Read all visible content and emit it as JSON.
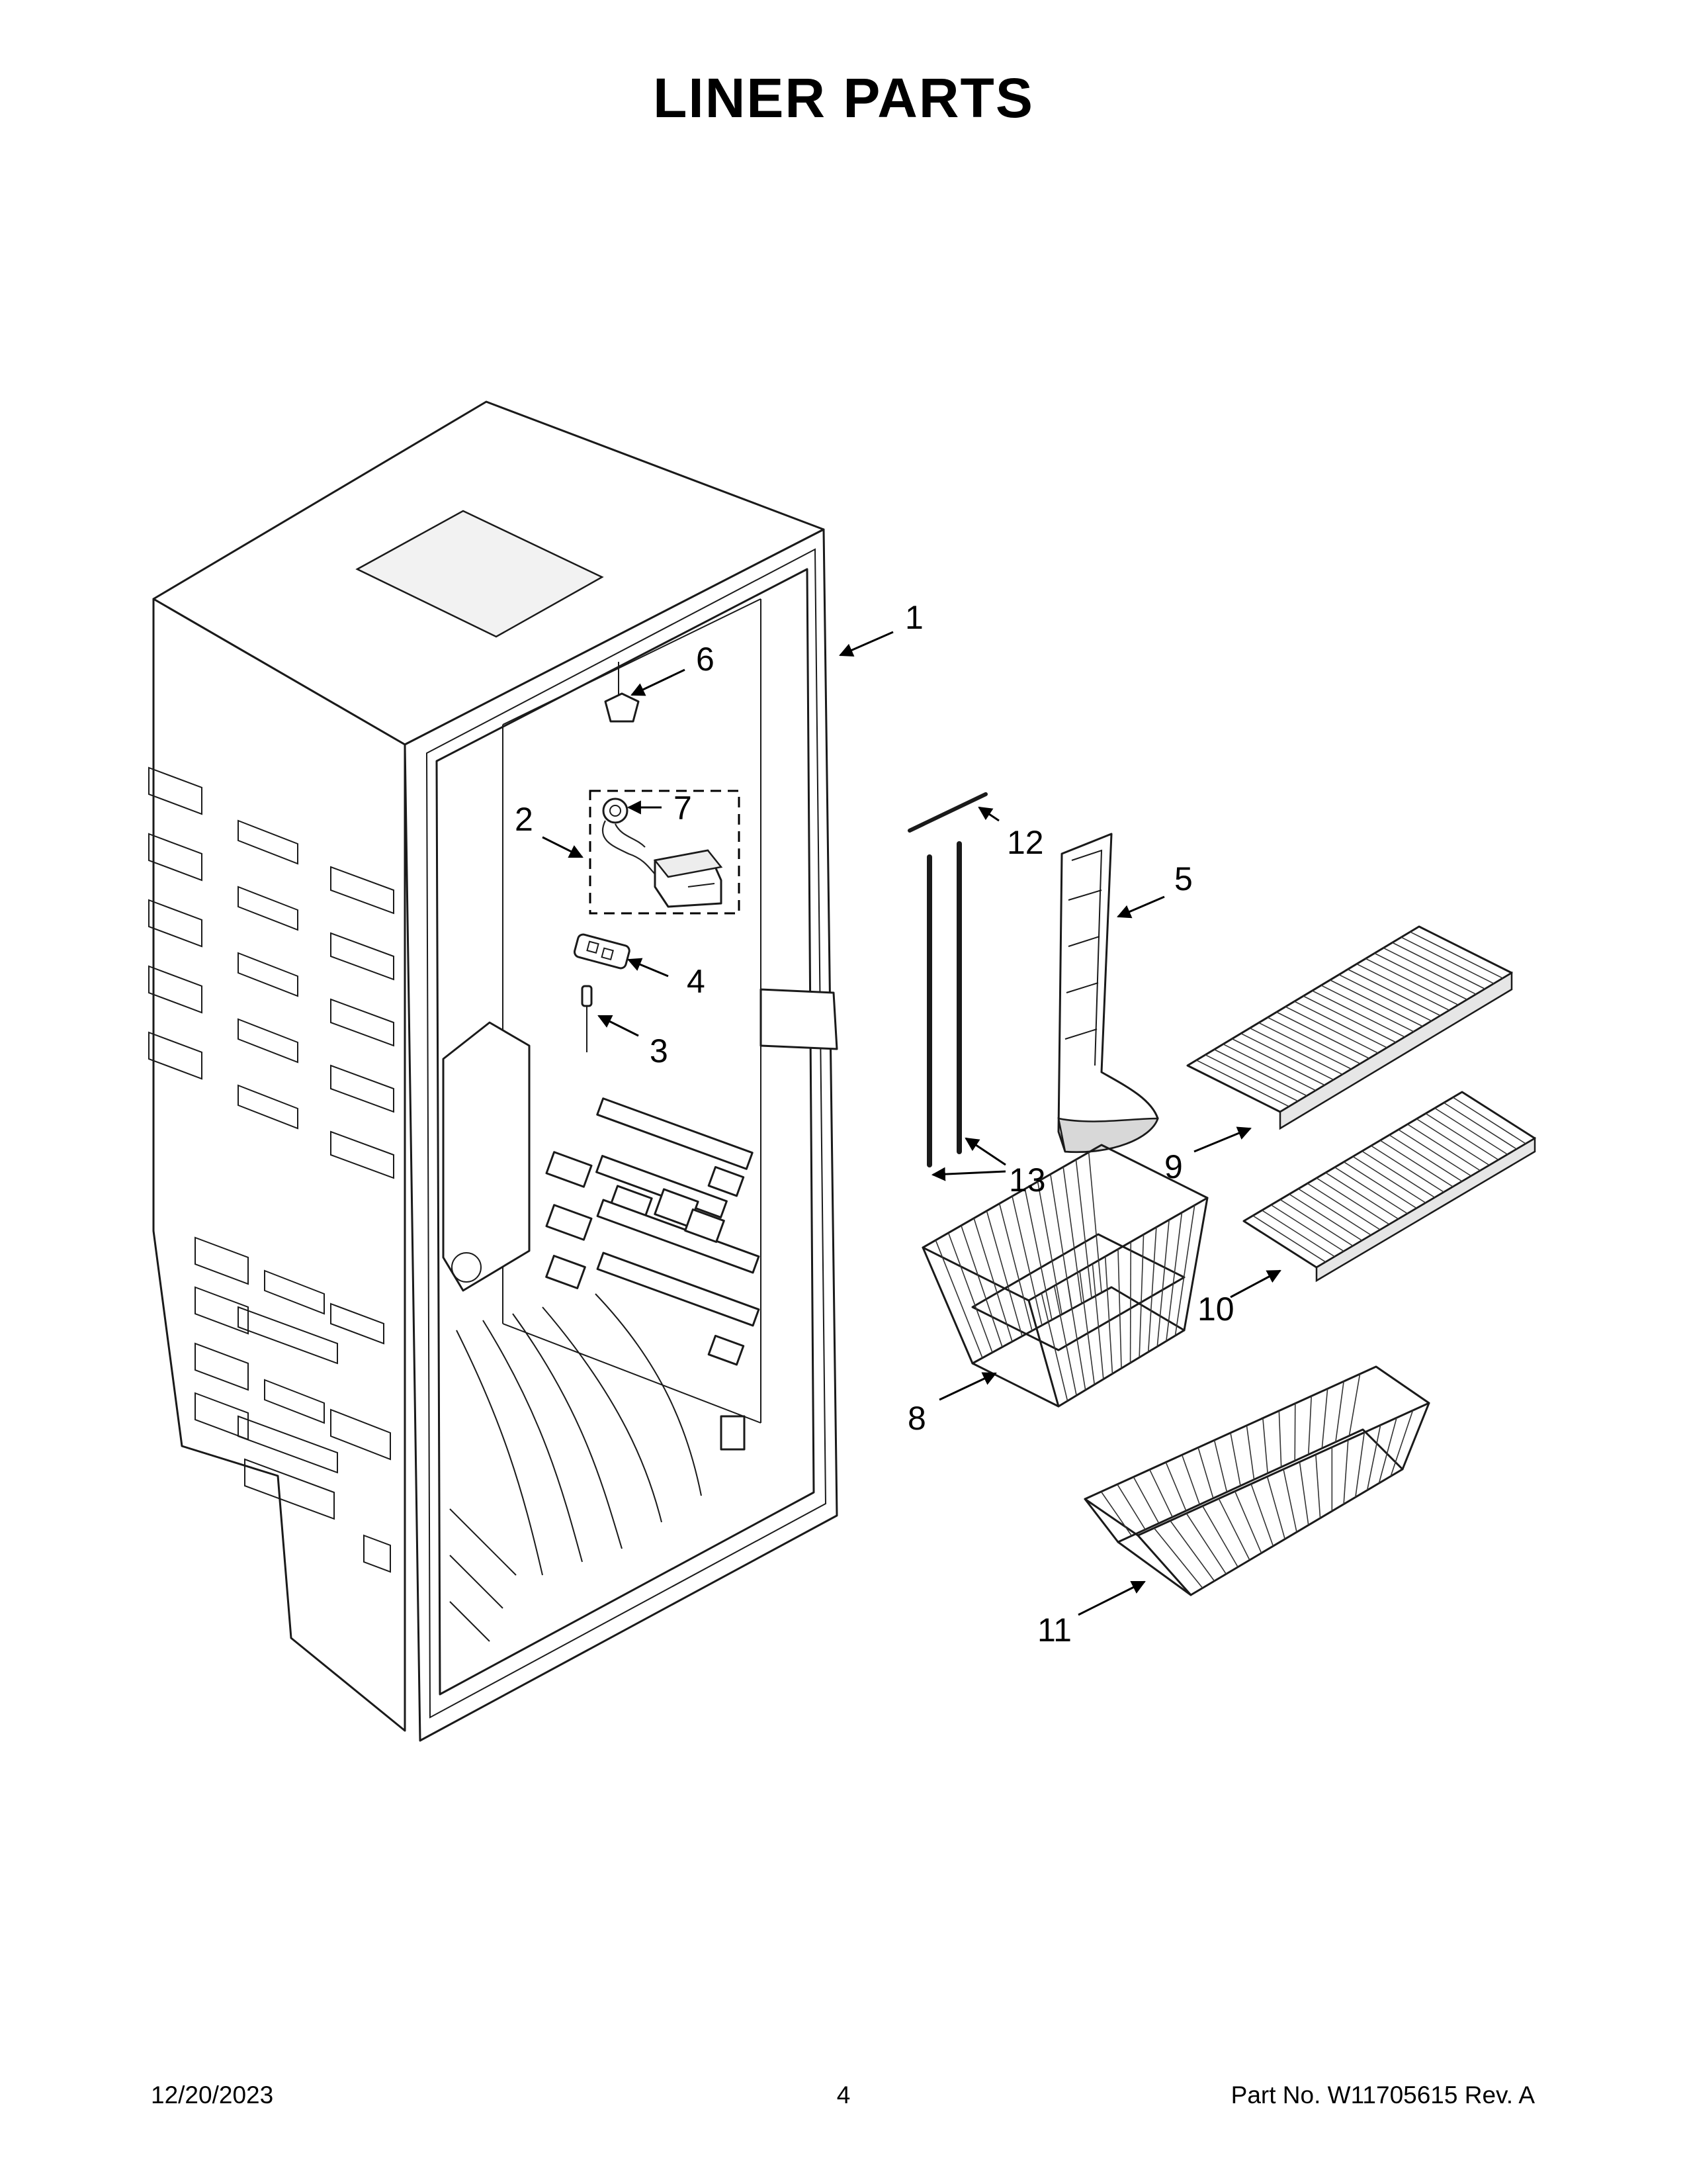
{
  "page": {
    "title": "LINER PARTS"
  },
  "callouts": [
    {
      "id": "1",
      "label": "1"
    },
    {
      "id": "2",
      "label": "2"
    },
    {
      "id": "3",
      "label": "3"
    },
    {
      "id": "4",
      "label": "4"
    },
    {
      "id": "5",
      "label": "5"
    },
    {
      "id": "6",
      "label": "6"
    },
    {
      "id": "7",
      "label": "7"
    },
    {
      "id": "8",
      "label": "8"
    },
    {
      "id": "9",
      "label": "9"
    },
    {
      "id": "10",
      "label": "10"
    },
    {
      "id": "11",
      "label": "11"
    },
    {
      "id": "12",
      "label": "12"
    },
    {
      "id": "13",
      "label": "13"
    }
  ],
  "footer": {
    "date": "12/20/2023",
    "page_number": "4",
    "part_number": "Part No.  W11705615   Rev.  A"
  }
}
